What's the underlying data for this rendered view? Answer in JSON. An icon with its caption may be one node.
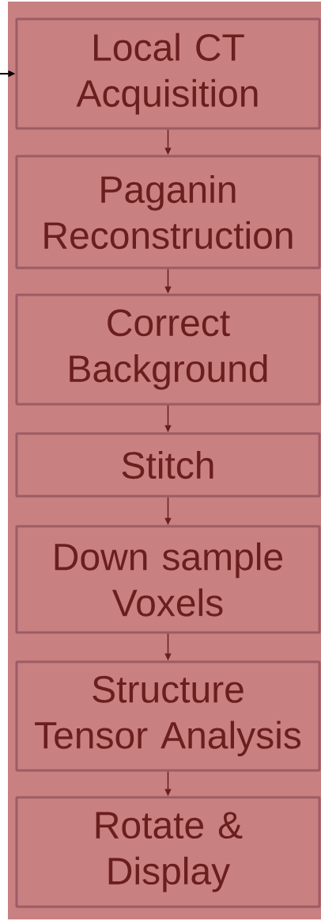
{
  "diagram": {
    "nodes": [
      {
        "text": [
          "Local CT Acquisition"
        ]
      },
      {
        "text": [
          "Paganin Reconstruction"
        ]
      },
      {
        "text": [
          "Correct Background"
        ]
      },
      {
        "text": [
          "Stitch"
        ]
      },
      {
        "text": [
          "Down sample Voxels"
        ]
      },
      {
        "text": [
          "Structure Tensor Analysis"
        ]
      },
      {
        "text": [
          "Rotate & Display"
        ]
      }
    ],
    "edges": [
      {
        "from": null,
        "to": 0,
        "arrow": "to",
        "color": "#000000"
      },
      {
        "from": 0,
        "to": 1,
        "arrow": "to"
      },
      {
        "from": 1,
        "to": 2,
        "arrow": "to"
      },
      {
        "from": 2,
        "to": 3,
        "arrow": "to"
      },
      {
        "from": 3,
        "to": 4,
        "arrow": "to"
      },
      {
        "from": 4,
        "to": 5,
        "arrow": "to"
      },
      {
        "from": 5,
        "to": 6,
        "arrow": "to"
      }
    ]
  }
}
